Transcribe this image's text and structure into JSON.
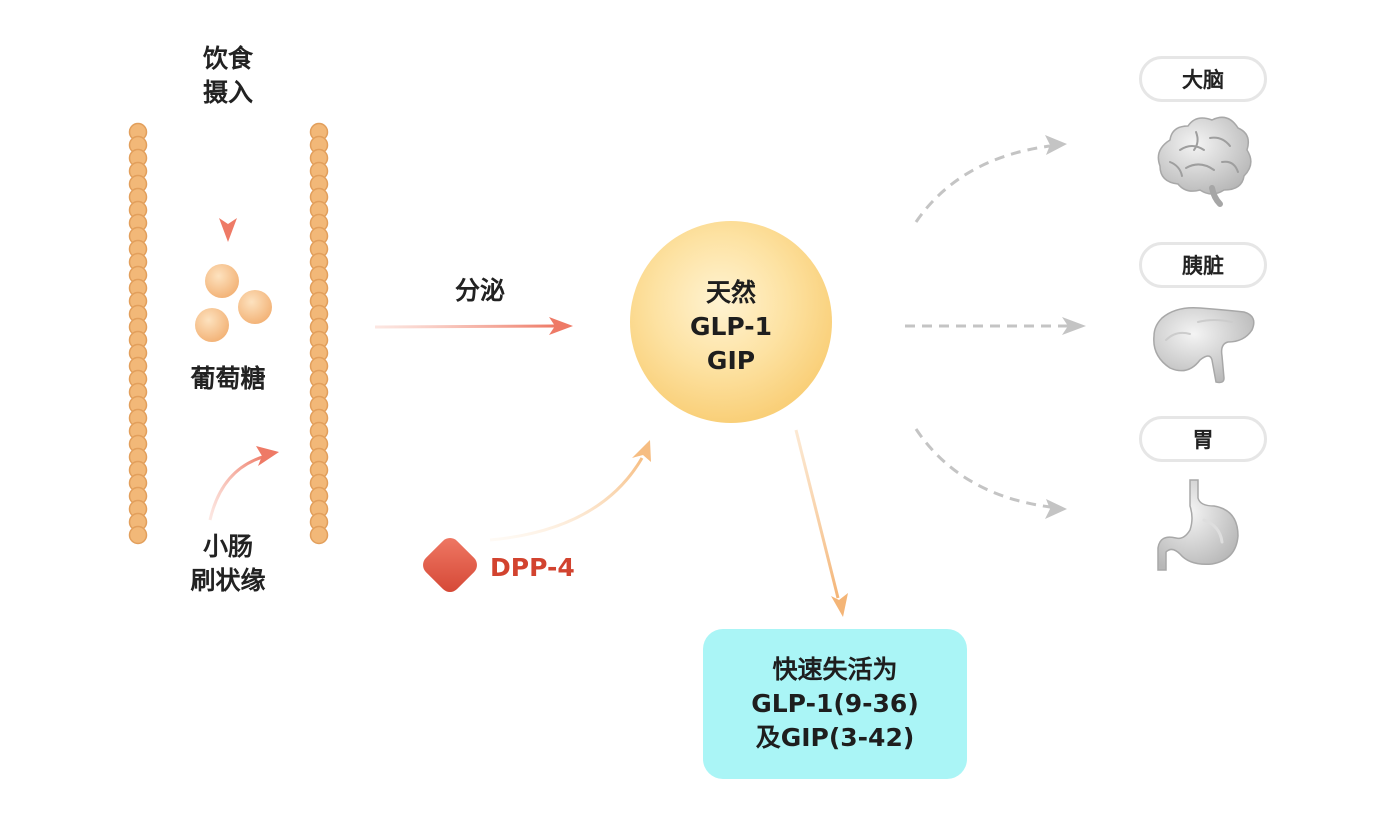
{
  "labels": {
    "intake_line1": "饮食",
    "intake_line2": "摄入",
    "glucose": "葡萄糖",
    "brush_line1": "小肠",
    "brush_line2": "刷状缘",
    "secrete": "分泌",
    "dpp4": "DPP-4",
    "hormone_line1": "天然",
    "hormone_line2": "GLP-1",
    "hormone_line3": "GIP"
  },
  "result": {
    "line1": "快速失活为",
    "line2": "GLP-1(9-36)",
    "line3": "及GIP(3-42)"
  },
  "organs": [
    {
      "label": "大脑",
      "icon": "brain-icon"
    },
    {
      "label": "胰脏",
      "icon": "pancreas-icon"
    },
    {
      "label": "胃",
      "icon": "stomach-icon"
    }
  ],
  "colors": {
    "intestine_wall": "#f2b878",
    "glucose": "#f7bd84",
    "secrete_arrow": "#f08070",
    "dpp4": "#e05a48",
    "dpp4_text": "#d2432f",
    "hormone_circle": "#fbd584",
    "inactivate_arrow": "#f6c085",
    "result_box": "#aaf5f6",
    "dashed_arrow": "#c4c4c4",
    "organ_gray": "#bdbdbd"
  }
}
